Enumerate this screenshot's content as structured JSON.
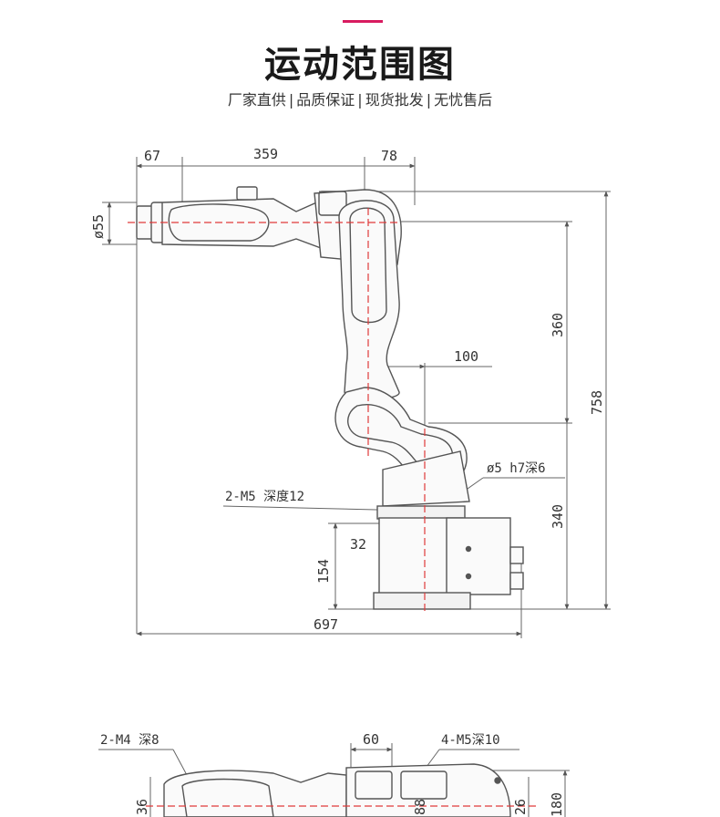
{
  "header": {
    "title": "运动范围图",
    "features": [
      "厂家直供",
      "品质保证",
      "现货批发",
      "无忧售后"
    ],
    "separator": "|"
  },
  "colors": {
    "accent": "#d81b60",
    "centerline": "#e03a3a",
    "line": "#555555"
  },
  "diagram_side": {
    "dims": {
      "d67": "67",
      "d359": "359",
      "d78": "78",
      "phi55": "ø55",
      "d360": "360",
      "d100": "100",
      "d758": "758",
      "phi5": "ø5 h7深6",
      "m5": "2-M5 深度12",
      "d340": "340",
      "d32": "32",
      "d154": "154",
      "d697": "697"
    }
  },
  "diagram_top": {
    "dims": {
      "m4": "2-M4 深8",
      "d60": "60",
      "m5b": "4-M5深10",
      "d36": "36",
      "d88": "88",
      "d26": "26",
      "d180": "180"
    }
  }
}
